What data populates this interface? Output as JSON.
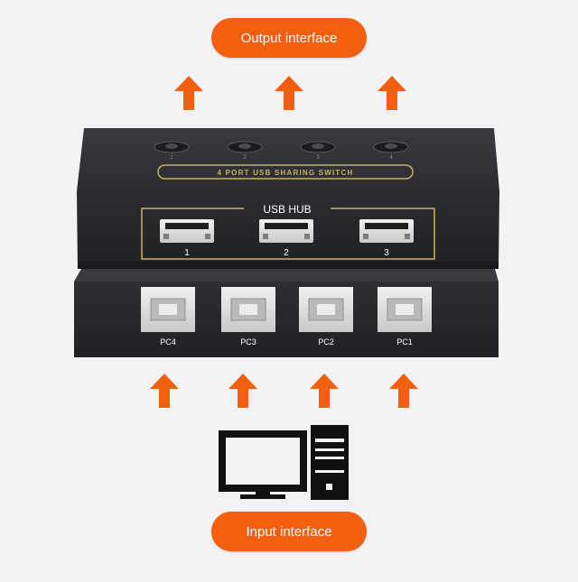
{
  "labels": {
    "output": "Output interface",
    "input": "Input interface",
    "panel_title": "4 PORT USB SHARING SWITCH",
    "hub_title": "USB HUB"
  },
  "hub_ports": [
    "1",
    "2",
    "3"
  ],
  "pc_ports": [
    "PC4",
    "PC3",
    "PC2",
    "PC1"
  ],
  "buttons": [
    "1",
    "2",
    "3",
    "4"
  ],
  "colors": {
    "accent": "#f25f0f",
    "device": "#2a2b2e",
    "gold": "#c9b25a",
    "background": "#f3f3f6"
  }
}
